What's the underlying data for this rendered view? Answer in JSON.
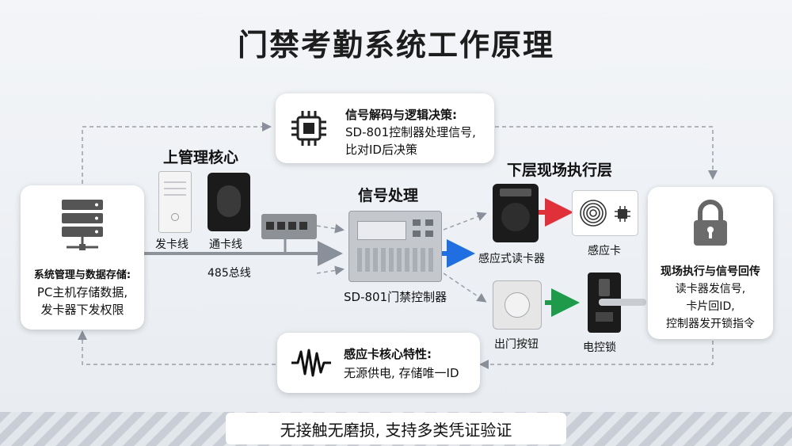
{
  "title": "门禁考勤系统工作原理",
  "top_card": {
    "title": "信号解码与逻辑决策:",
    "line1": "SD-801控制器处理信号,",
    "line2": "比对ID后决策"
  },
  "left_card": {
    "title": "系统管理与数据存储:",
    "line1": "PC主机存储数据,",
    "line2": "发卡器下发权限"
  },
  "right_card": {
    "title": "现场执行与信号回传",
    "line1": "读卡器发信号,",
    "line2": "卡片回ID,",
    "line3": "控制器发开锁指令"
  },
  "bottom_card": {
    "title": "感应卡核心特性:",
    "line1": "无源供电, 存储唯一ID"
  },
  "upper_mgmt": {
    "heading": "上管理核心",
    "issuer_label": "发卡线",
    "reader_label": "通卡线"
  },
  "bus_label": "485总线",
  "signal": {
    "heading": "信号处理",
    "controller_label": "SD-801门禁控制器"
  },
  "field": {
    "heading": "下层现场执行层",
    "reader_label": "感应式读卡器",
    "card_label": "感应卡",
    "exit_label": "出门按钮",
    "lock_label": "电控锁"
  },
  "footer": "无接触无磨损, 支持多类凭证验证",
  "colors": {
    "blue_arrow": "#1f6fe0",
    "red_arrow": "#e0303a",
    "green_arrow": "#1f9a4a"
  }
}
